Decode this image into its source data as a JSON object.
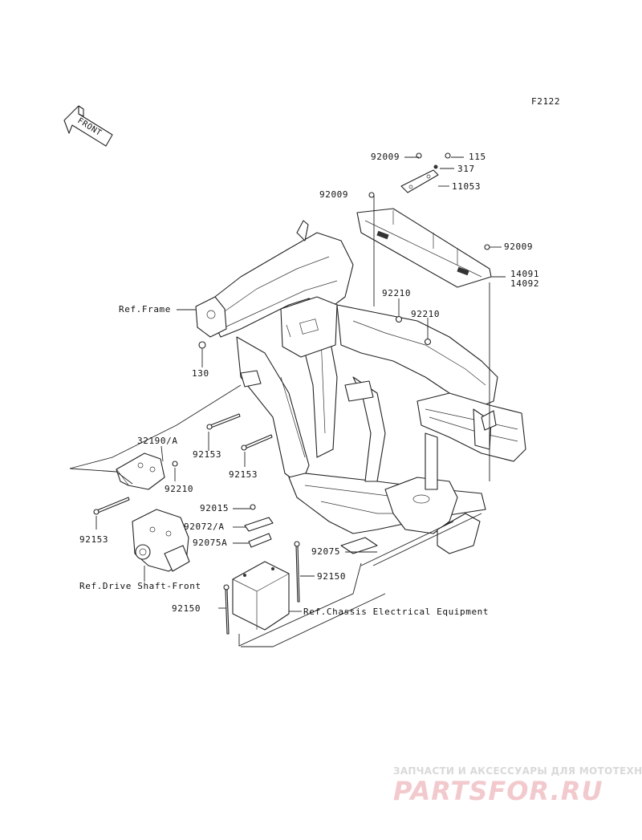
{
  "diagram_code": "F2122",
  "front_label": "FRONT",
  "labels": {
    "p92009_top": "92009",
    "p115": "115",
    "p317": "317",
    "p92009_mid": "92009",
    "p11053": "11053",
    "p92009_right": "92009",
    "p14091": "14091",
    "p14092": "14092",
    "ref_frame": "Ref.Frame",
    "p92210_a": "92210",
    "p92210_b": "92210",
    "p130": "130",
    "p32190": "32190/A",
    "p92153_a": "92153",
    "p92153_b": "92153",
    "p92210_c": "92210",
    "p92015": "92015",
    "p92072": "92072/A",
    "p92075a": "92075A",
    "p92075": "92075",
    "p92153_c": "92153",
    "ref_drive_shaft": "Ref.Drive Shaft-Front",
    "p92150_right": "92150",
    "p92150_left": "92150",
    "ref_chassis": "Ref.Chassis Electrical Equipment"
  },
  "watermark": {
    "line1": "ЗАПЧАСТИ И АКСЕССУАРЫ ДЛЯ МОТОТЕХНИКИ",
    "line2": "PARTSFOR.RU"
  }
}
